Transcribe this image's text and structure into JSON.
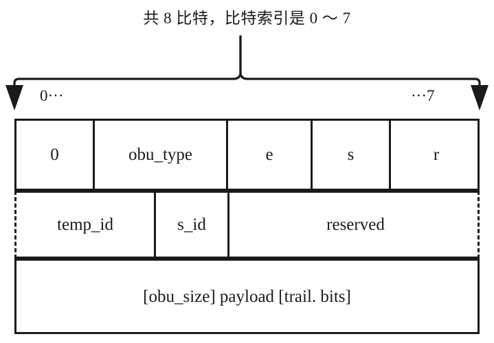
{
  "caption": {
    "text": "共 8 比特，比特索引是 0 ～ 7"
  },
  "bit_ruler": {
    "start_label": "0···",
    "end_label": "···7",
    "bit_count": 8,
    "first_index": 0,
    "last_index": 7,
    "brace_color": "#1a1a1a"
  },
  "table": {
    "border_color": "#1a1a1a",
    "rows": [
      {
        "name": "obu-header-row",
        "border_style": "solid",
        "cells": [
          {
            "label": "0",
            "name": "cell-forbidden-bit"
          },
          {
            "label": "obu_type",
            "name": "cell-obu-type"
          },
          {
            "label": "e",
            "name": "cell-extension-flag"
          },
          {
            "label": "s",
            "name": "cell-has-size-field"
          },
          {
            "label": "r",
            "name": "cell-reserved-bit"
          }
        ]
      },
      {
        "name": "obu-extension-row",
        "border_style": "dashed-sides",
        "cells": [
          {
            "label": "temp_id",
            "name": "cell-temporal-id"
          },
          {
            "label": "s_id",
            "name": "cell-spatial-id"
          },
          {
            "label": "reserved",
            "name": "cell-reserved-bits"
          }
        ]
      },
      {
        "name": "obu-payload-row",
        "border_style": "solid",
        "cells": [
          {
            "label": "[obu_size] payload [trail. bits]",
            "name": "cell-payload"
          }
        ]
      }
    ]
  }
}
